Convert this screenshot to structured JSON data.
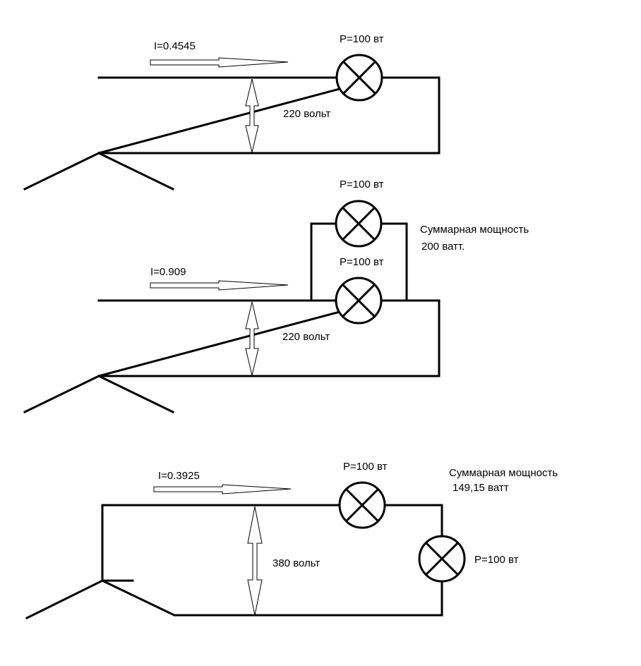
{
  "circuit1": {
    "current": "I=0.4545",
    "lamp_power": "P=100 вт",
    "voltage": "220 вольт"
  },
  "circuit2": {
    "current": "I=0.909",
    "lamp_top_power": "P=100 вт",
    "lamp_bottom_power": "P=100 вт",
    "voltage": "220 вольт",
    "total_line1": "Суммарная мощность",
    "total_line2": "200 ватт."
  },
  "circuit3": {
    "current": "I=0.3925",
    "lamp_top_power": "P=100 вт",
    "lamp_right_power": "P=100 вт",
    "voltage": "380 вольт",
    "total_line1": "Суммарная мощность",
    "total_line2": "149,15 ватт"
  }
}
